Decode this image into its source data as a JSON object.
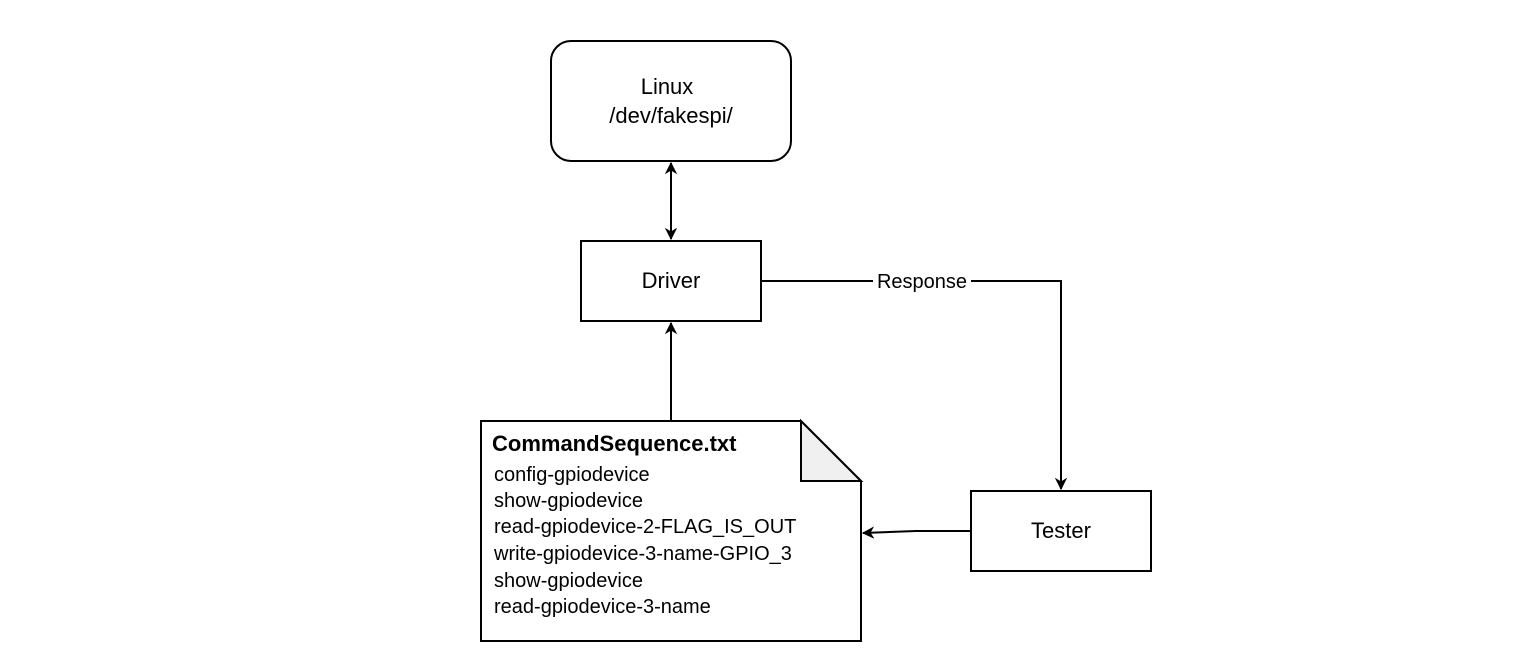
{
  "nodes": {
    "linux": {
      "lines": [
        "Linux",
        "/dev/fakespi/"
      ]
    },
    "driver": {
      "label": "Driver"
    },
    "tester": {
      "label": "Tester"
    },
    "command_file": {
      "title": "CommandSequence.txt",
      "lines": [
        "config-gpiodevice",
        "show-gpiodevice",
        "read-gpiodevice-2-FLAG_IS_OUT",
        "write-gpiodevice-3-name-GPIO_3",
        "show-gpiodevice",
        "read-gpiodevice-3-name"
      ]
    }
  },
  "edges": {
    "driver_to_tester": {
      "label": "Response"
    }
  },
  "colors": {
    "stroke": "#000000",
    "background": "#ffffff",
    "fold": "#f0f0f0"
  }
}
